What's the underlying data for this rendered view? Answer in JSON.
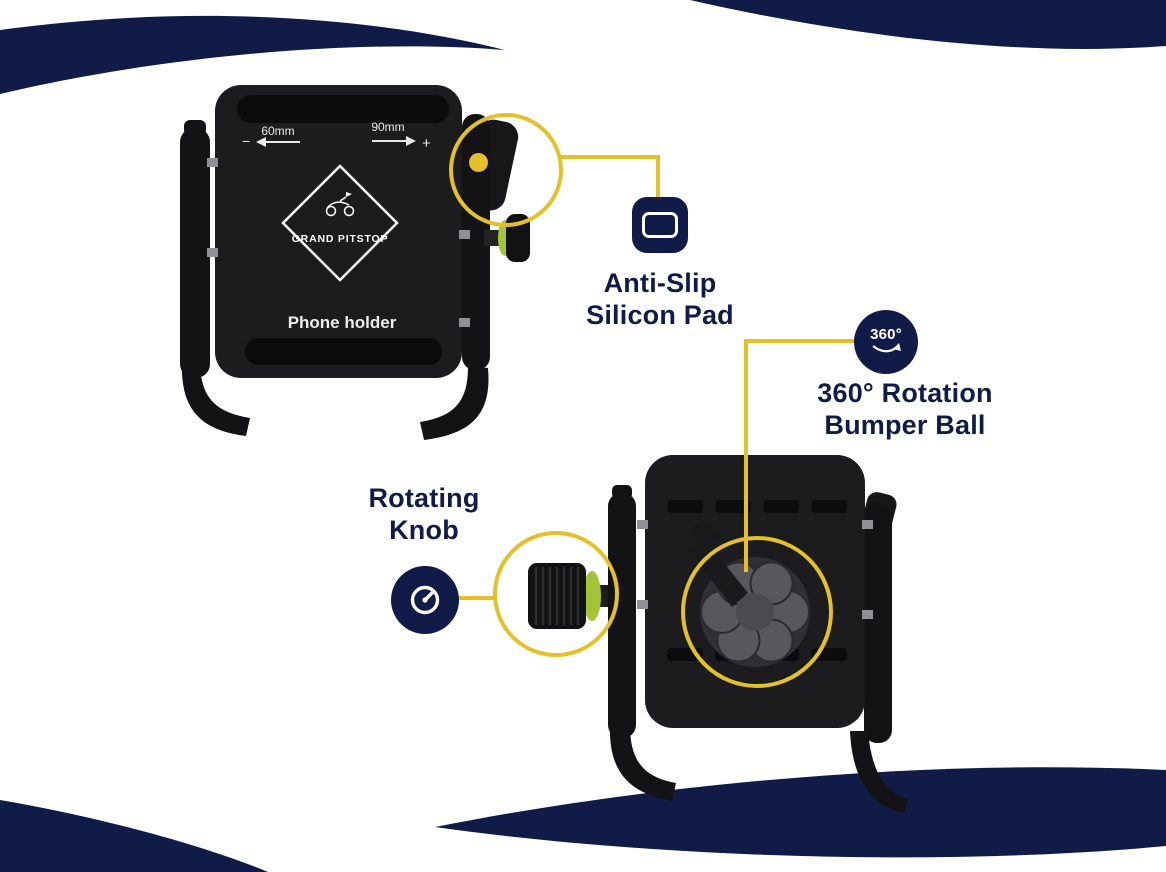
{
  "colors": {
    "navy": "#101c47",
    "yellow": "#e4c02a",
    "green_ring": "#a6c236",
    "product_black": "#1c1c1f"
  },
  "front_view": {
    "minus": "−",
    "dim_left": "60mm",
    "dim_right": "90mm",
    "plus": "+",
    "brand": "GRAND PITSTOP",
    "caption": "Phone holder"
  },
  "callouts": {
    "silicon": {
      "line1": "Anti-Slip",
      "line2": "Silicon Pad"
    },
    "rotation": {
      "badge": "360°",
      "line1": "360° Rotation",
      "line2": "Bumper Ball"
    },
    "knob": {
      "line1": "Rotating",
      "line2": "Knob"
    }
  }
}
